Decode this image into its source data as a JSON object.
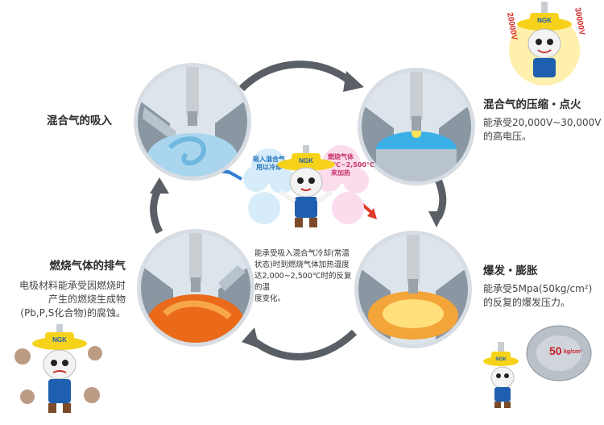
{
  "steps": {
    "intake": {
      "title": "混合气的吸入"
    },
    "compression": {
      "title": "混合气的压缩・点火",
      "desc_line1": "能承受20,000V~30,000V",
      "desc_line2": "的高电压。"
    },
    "explosion": {
      "title": "爆发・膨胀",
      "desc_line1": "能承受5Mpa(50kg/cm²)",
      "desc_line2": "的反复的爆发压力。"
    },
    "exhaust": {
      "title": "燃烧气体的排气",
      "desc_line1": "电极材料能承受因燃烧时",
      "desc_line2": "产生的燃烧生成物",
      "desc_line3": "(Pb,P,S化合物)的腐蚀。"
    }
  },
  "center": {
    "blue_cloud_line1": "吸入混合气",
    "blue_cloud_line2": "用以冷却",
    "pink_cloud_line1": "燃烧气体",
    "pink_cloud_line2": "2,000℃~2,500℃",
    "pink_cloud_line3": "来加热",
    "note_line1": "能承受吸入混合气冷却(常温",
    "note_line2": "状态)时到燃烧气体加热温度",
    "note_line3": "达2,000~2,500℃时的反复的温",
    "note_line4": "度变化。"
  },
  "mascot": {
    "brand": "NGK"
  },
  "voltage_badges": {
    "left": "20000V",
    "right": "30000V"
  },
  "pressure_badge": {
    "value": "50",
    "unit": "kg/cm²"
  },
  "colors": {
    "cycle_arrow": "#5a5f66",
    "cool_arrow": "#2f7fd6",
    "hot_arrow": "#e03a2a",
    "mascot_hat": "#f6d21a",
    "mascot_overalls": "#1f5fb0"
  }
}
